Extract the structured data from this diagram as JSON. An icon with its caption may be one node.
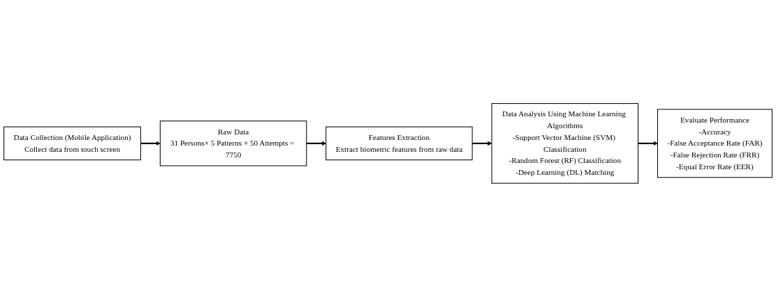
{
  "diagram": {
    "nodes": [
      {
        "text": [
          "Data Collection (Mobile Application)",
          "Collect data from touch screen"
        ]
      },
      {
        "text": [
          "Raw Data",
          "31 Persons× 5 Patterns × 50 Attempts = 7750"
        ]
      },
      {
        "text": [
          "Features Extraction",
          "Extract biometric features from raw data"
        ]
      },
      {
        "text": [
          "Data Analysis Using Machine Learning Algorithms",
          "-Support Vector Machine (SVM) Classification",
          "-Random Forest (RF) Classification",
          "-Deep Learning (DL) Matching"
        ]
      },
      {
        "text": [
          "Evaluate Performance",
          "-Accuracy",
          "-False Acceptance Rate (FAR)",
          "-False Rejection Rate (FRR)",
          "-Equal Error Rate (EER)"
        ]
      }
    ],
    "edges": [
      {
        "from": 0,
        "to": 1,
        "arrow": "to"
      },
      {
        "from": 1,
        "to": 2,
        "arrow": "to"
      },
      {
        "from": 2,
        "to": 3,
        "arrow": "to"
      },
      {
        "from": 3,
        "to": 4,
        "arrow": "to"
      }
    ]
  }
}
